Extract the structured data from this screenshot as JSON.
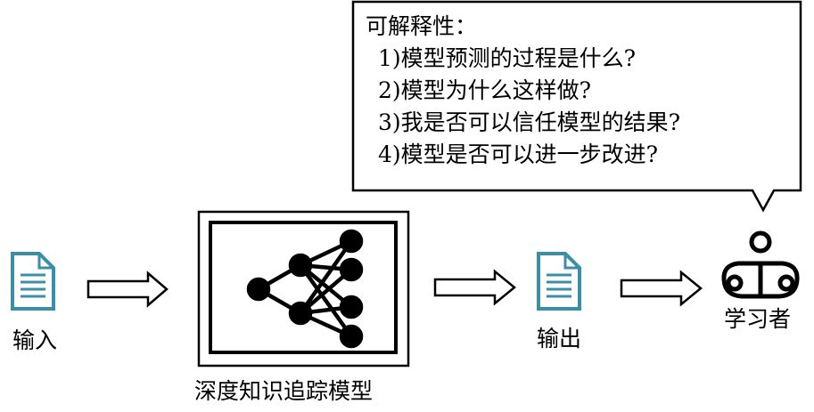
{
  "speech_bubble": {
    "title": "可解释性：",
    "questions": [
      "1)模型预测的过程是什么?",
      "2)模型为什么这样做?",
      "3)我是否可以信任模型的结果?",
      "4)模型是否可以进一步改进?"
    ]
  },
  "nodes": {
    "input_label": "输入",
    "model_label": "深度知识追踪模型",
    "output_label": "输出",
    "learner_label": "学习者"
  },
  "icons": {
    "input": "document-icon",
    "model": "neural-network-icon",
    "output": "document-icon",
    "learner": "reading-person-icon"
  },
  "colors": {
    "document": "#3a8fa6",
    "stroke": "#000000"
  }
}
